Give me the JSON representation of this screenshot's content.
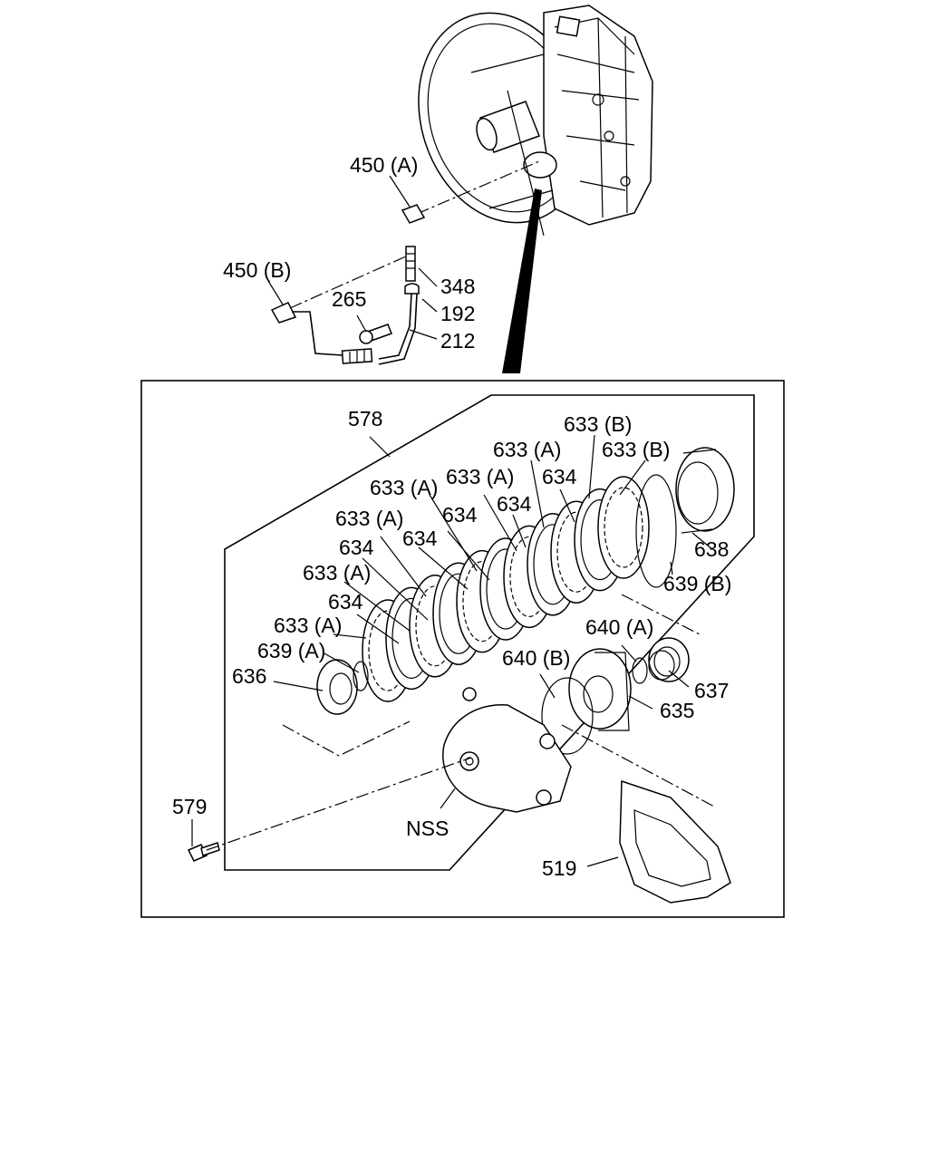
{
  "labels": {
    "l450a": "450 (A)",
    "l450b": "450 (B)",
    "l265": "265",
    "l348": "348",
    "l192": "192",
    "l212": "212",
    "l578": "578",
    "l633b_1": "633 (B)",
    "l633a_1": "633 (A)",
    "l633b_2": "633 (B)",
    "l633a_2": "633 (A)",
    "l634_1": "634",
    "l633a_3": "633 (A)",
    "l634_2": "634",
    "l633a_4": "633 (A)",
    "l634_3": "634",
    "l634_4": "634",
    "l633a_5": "633 (A)",
    "l634_5": "634",
    "l633a_6": "633 (A)",
    "l638": "638",
    "l639b": "639 (B)",
    "l640a": "640 (A)",
    "l639a": "639 (A)",
    "l640b": "640 (B)",
    "l636": "636",
    "l637": "637",
    "l635": "635",
    "l579": "579",
    "lnss": "NSS",
    "l519": "519"
  }
}
